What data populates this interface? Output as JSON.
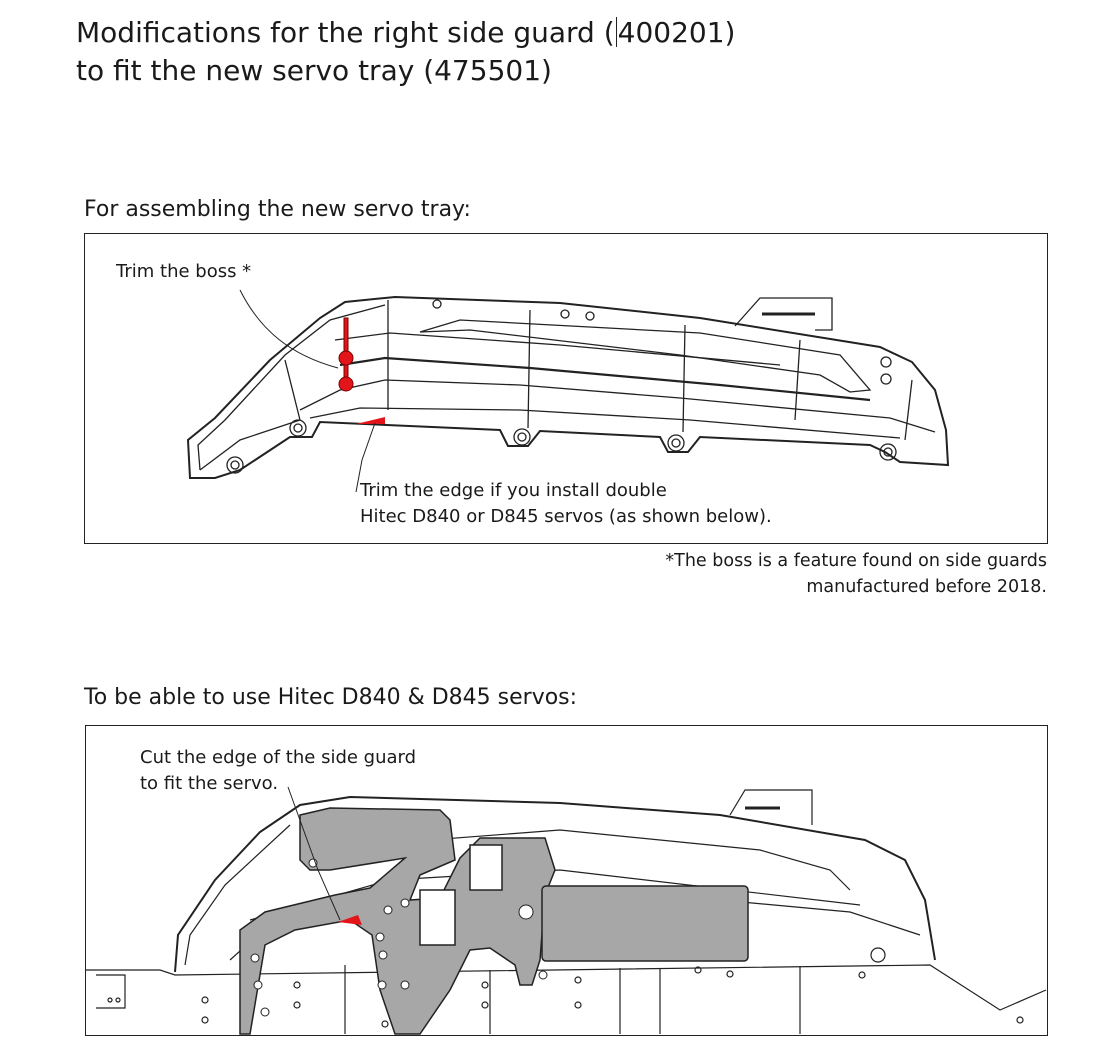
{
  "title": {
    "line1_prefix": "Modifications for the right side guard (",
    "line1_suffix": "400201)",
    "line2": "to fit the new servo tray (475501)"
  },
  "section1": {
    "heading": "For assembling the new servo tray:",
    "callout_boss": "Trim the boss *",
    "callout_edge_line1": "Trim the edge if you install double",
    "callout_edge_line2": "Hitec D840 or D845 servos (as shown below).",
    "footnote_line1": "*The boss is a feature found on side guards",
    "footnote_line2": "manufactured before 2018."
  },
  "section2": {
    "heading": "To be able to use Hitec D840 & D845 servos:",
    "callout_line1": "Cut the edge of the side guard",
    "callout_line2": "to fit the servo."
  },
  "colors": {
    "highlight": "#e3151a",
    "tray": "#a7a7a7"
  }
}
